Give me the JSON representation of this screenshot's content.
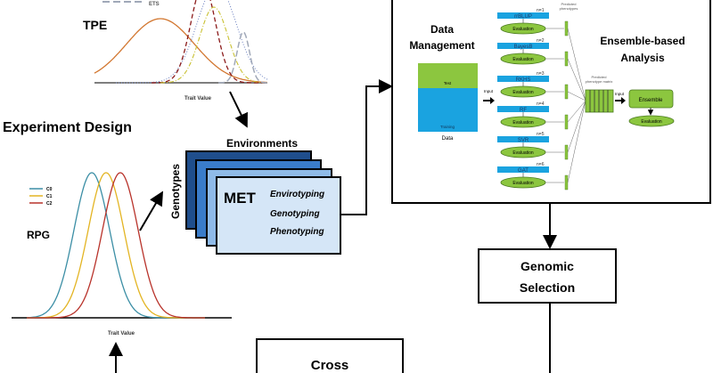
{
  "tpe": {
    "label": "TPE",
    "legend": "ETS",
    "xlabel": "Trait Value"
  },
  "experiment_design": "Experiment Design",
  "rpg": {
    "label": "RPG",
    "xlabel": "Trait Value",
    "legend": [
      "C0",
      "C1",
      "C2"
    ]
  },
  "met": {
    "environments": "Environments",
    "genotypes": "Genotypes",
    "title": "MET",
    "items": [
      "Envirotyping",
      "Genotyping",
      "Phenotyping"
    ]
  },
  "pipeline": {
    "data_management": [
      "Data",
      "Management"
    ],
    "test": "Test",
    "training": "Training",
    "data": "Data",
    "input": "Input",
    "predicted_phenotypes": [
      "Predicted",
      "phenotypes"
    ],
    "models": [
      {
        "n": "n=1",
        "name": "rrBLUP"
      },
      {
        "n": "n=2",
        "name": "BayesB"
      },
      {
        "n": "n=3",
        "name": "RKHS"
      },
      {
        "n": "n=4",
        "name": "RF"
      },
      {
        "n": "n=5",
        "name": "SVR"
      },
      {
        "n": "n=6",
        "name": "GAT"
      }
    ],
    "evaluation": "Evaluation",
    "matrix": [
      "Predicted",
      "phenotype matrix"
    ],
    "input2": "Input",
    "ensemble": "Ensemble",
    "ensemble_eval": "Evaluation",
    "ensemble_title": [
      "Ensemble-based",
      "Analysis"
    ]
  },
  "genomic_selection": [
    "Genomic",
    "Selection"
  ],
  "cross": "Cross",
  "colors": {
    "blue": "#1aa3e0",
    "green": "#8cc63f",
    "c0": "#3b8ea5",
    "c1": "#e3b422",
    "c2": "#b8322a",
    "card": "#d5e6f7"
  }
}
